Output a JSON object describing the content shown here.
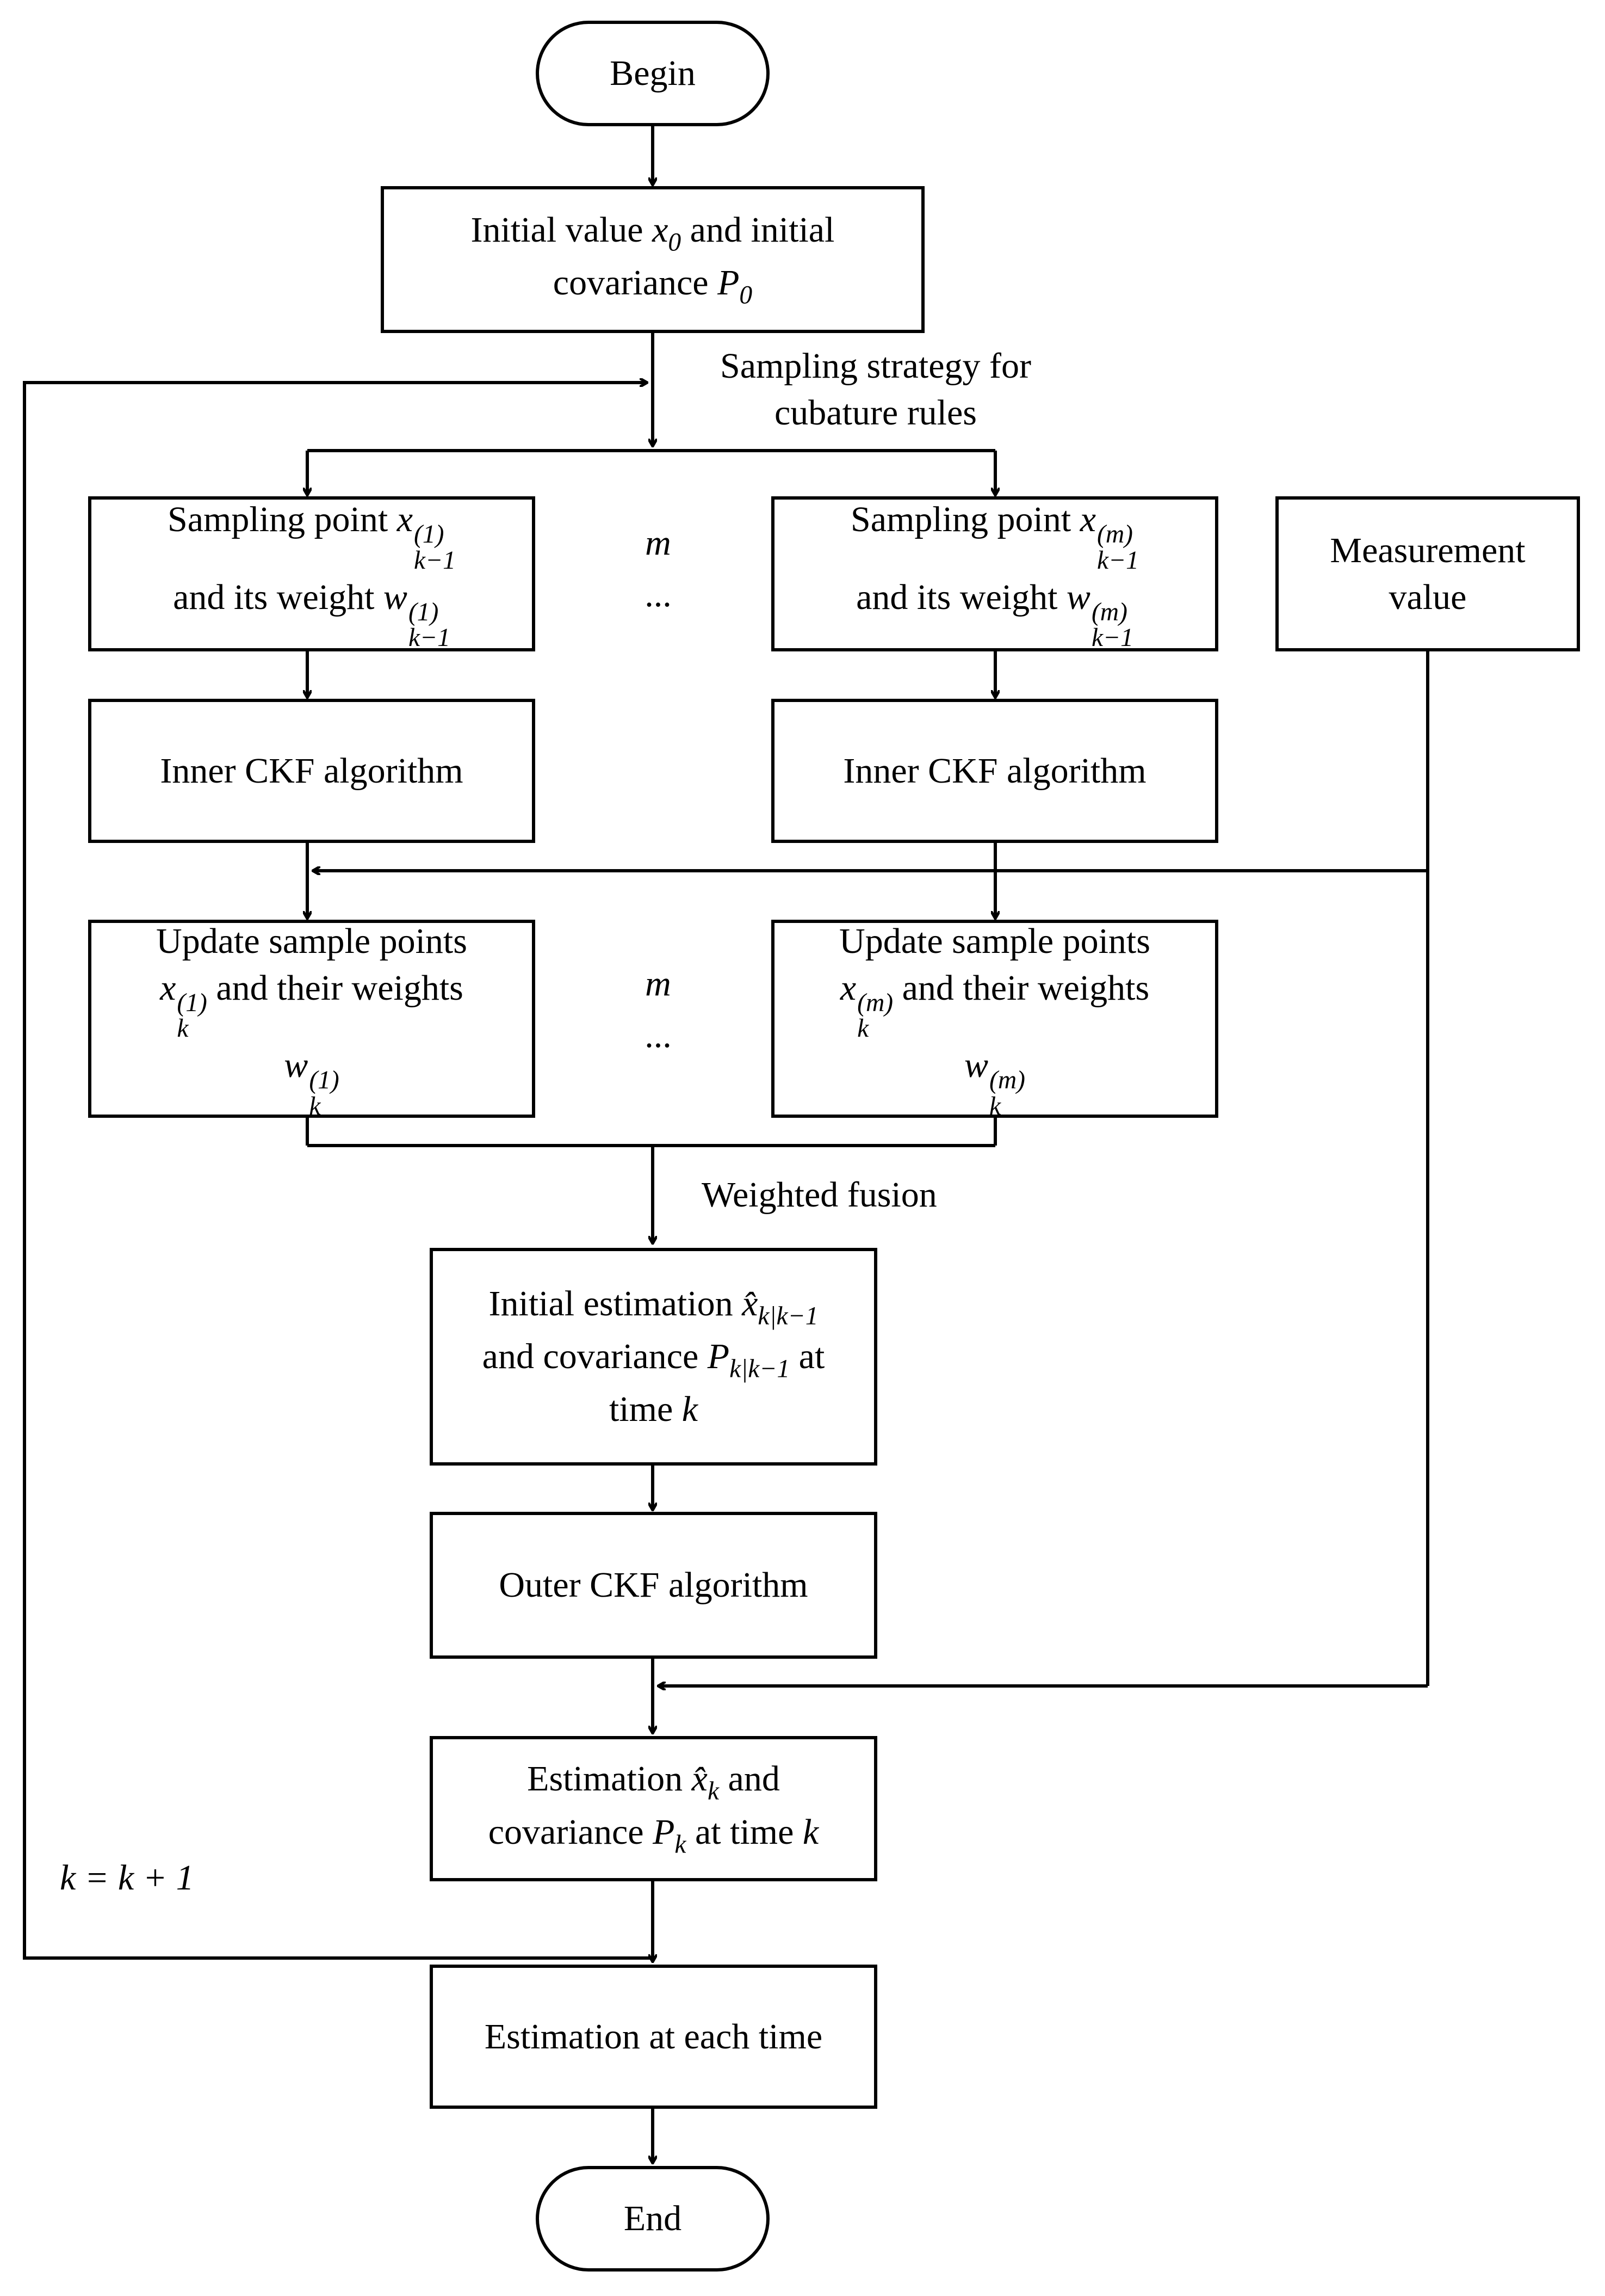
{
  "nodes": {
    "begin": "Begin",
    "init_a": "Initial value",
    "init_x": "x",
    "init_x_sub": "0",
    "init_b": "and initial",
    "init_c": "covariance",
    "init_p": "P",
    "init_p_sub": "0",
    "samp_a": "Sampling point",
    "samp_b": "and its weight",
    "samp_x": "x",
    "samp_w": "w",
    "sub_km1": "k−1",
    "sup_1": "(1)",
    "sup_m": "(m)",
    "inner": "Inner CKF algorithm",
    "meas": "Measurement value",
    "upd_a": "Update sample points",
    "upd_b": "and their weights",
    "upd_x": "x",
    "upd_w": "w",
    "sub_k": "k",
    "est_a": "Initial estimation",
    "est_x": "x̂",
    "est_sub": "k|k−1",
    "est_b": "and covariance",
    "est_p": "P",
    "est_c": "at",
    "est_d": "time",
    "est_k": "k",
    "outer": "Outer CKF algorithm",
    "fin_a": "Estimation",
    "fin_x": "x̂",
    "fin_xsub": "k",
    "fin_b": "and",
    "fin_c": "covariance",
    "fin_p": "P",
    "fin_psub": "k",
    "fin_d": "at time",
    "fin_k": "k",
    "each": "Estimation at each time",
    "end": "End"
  },
  "labels": {
    "sampling_strategy": "Sampling strategy for cubature rules",
    "m_top": "m",
    "dots_top": "...",
    "m_mid": "m",
    "dots_mid": "...",
    "weighted_fusion": "Weighted fusion",
    "k_update": "k = k + 1"
  }
}
